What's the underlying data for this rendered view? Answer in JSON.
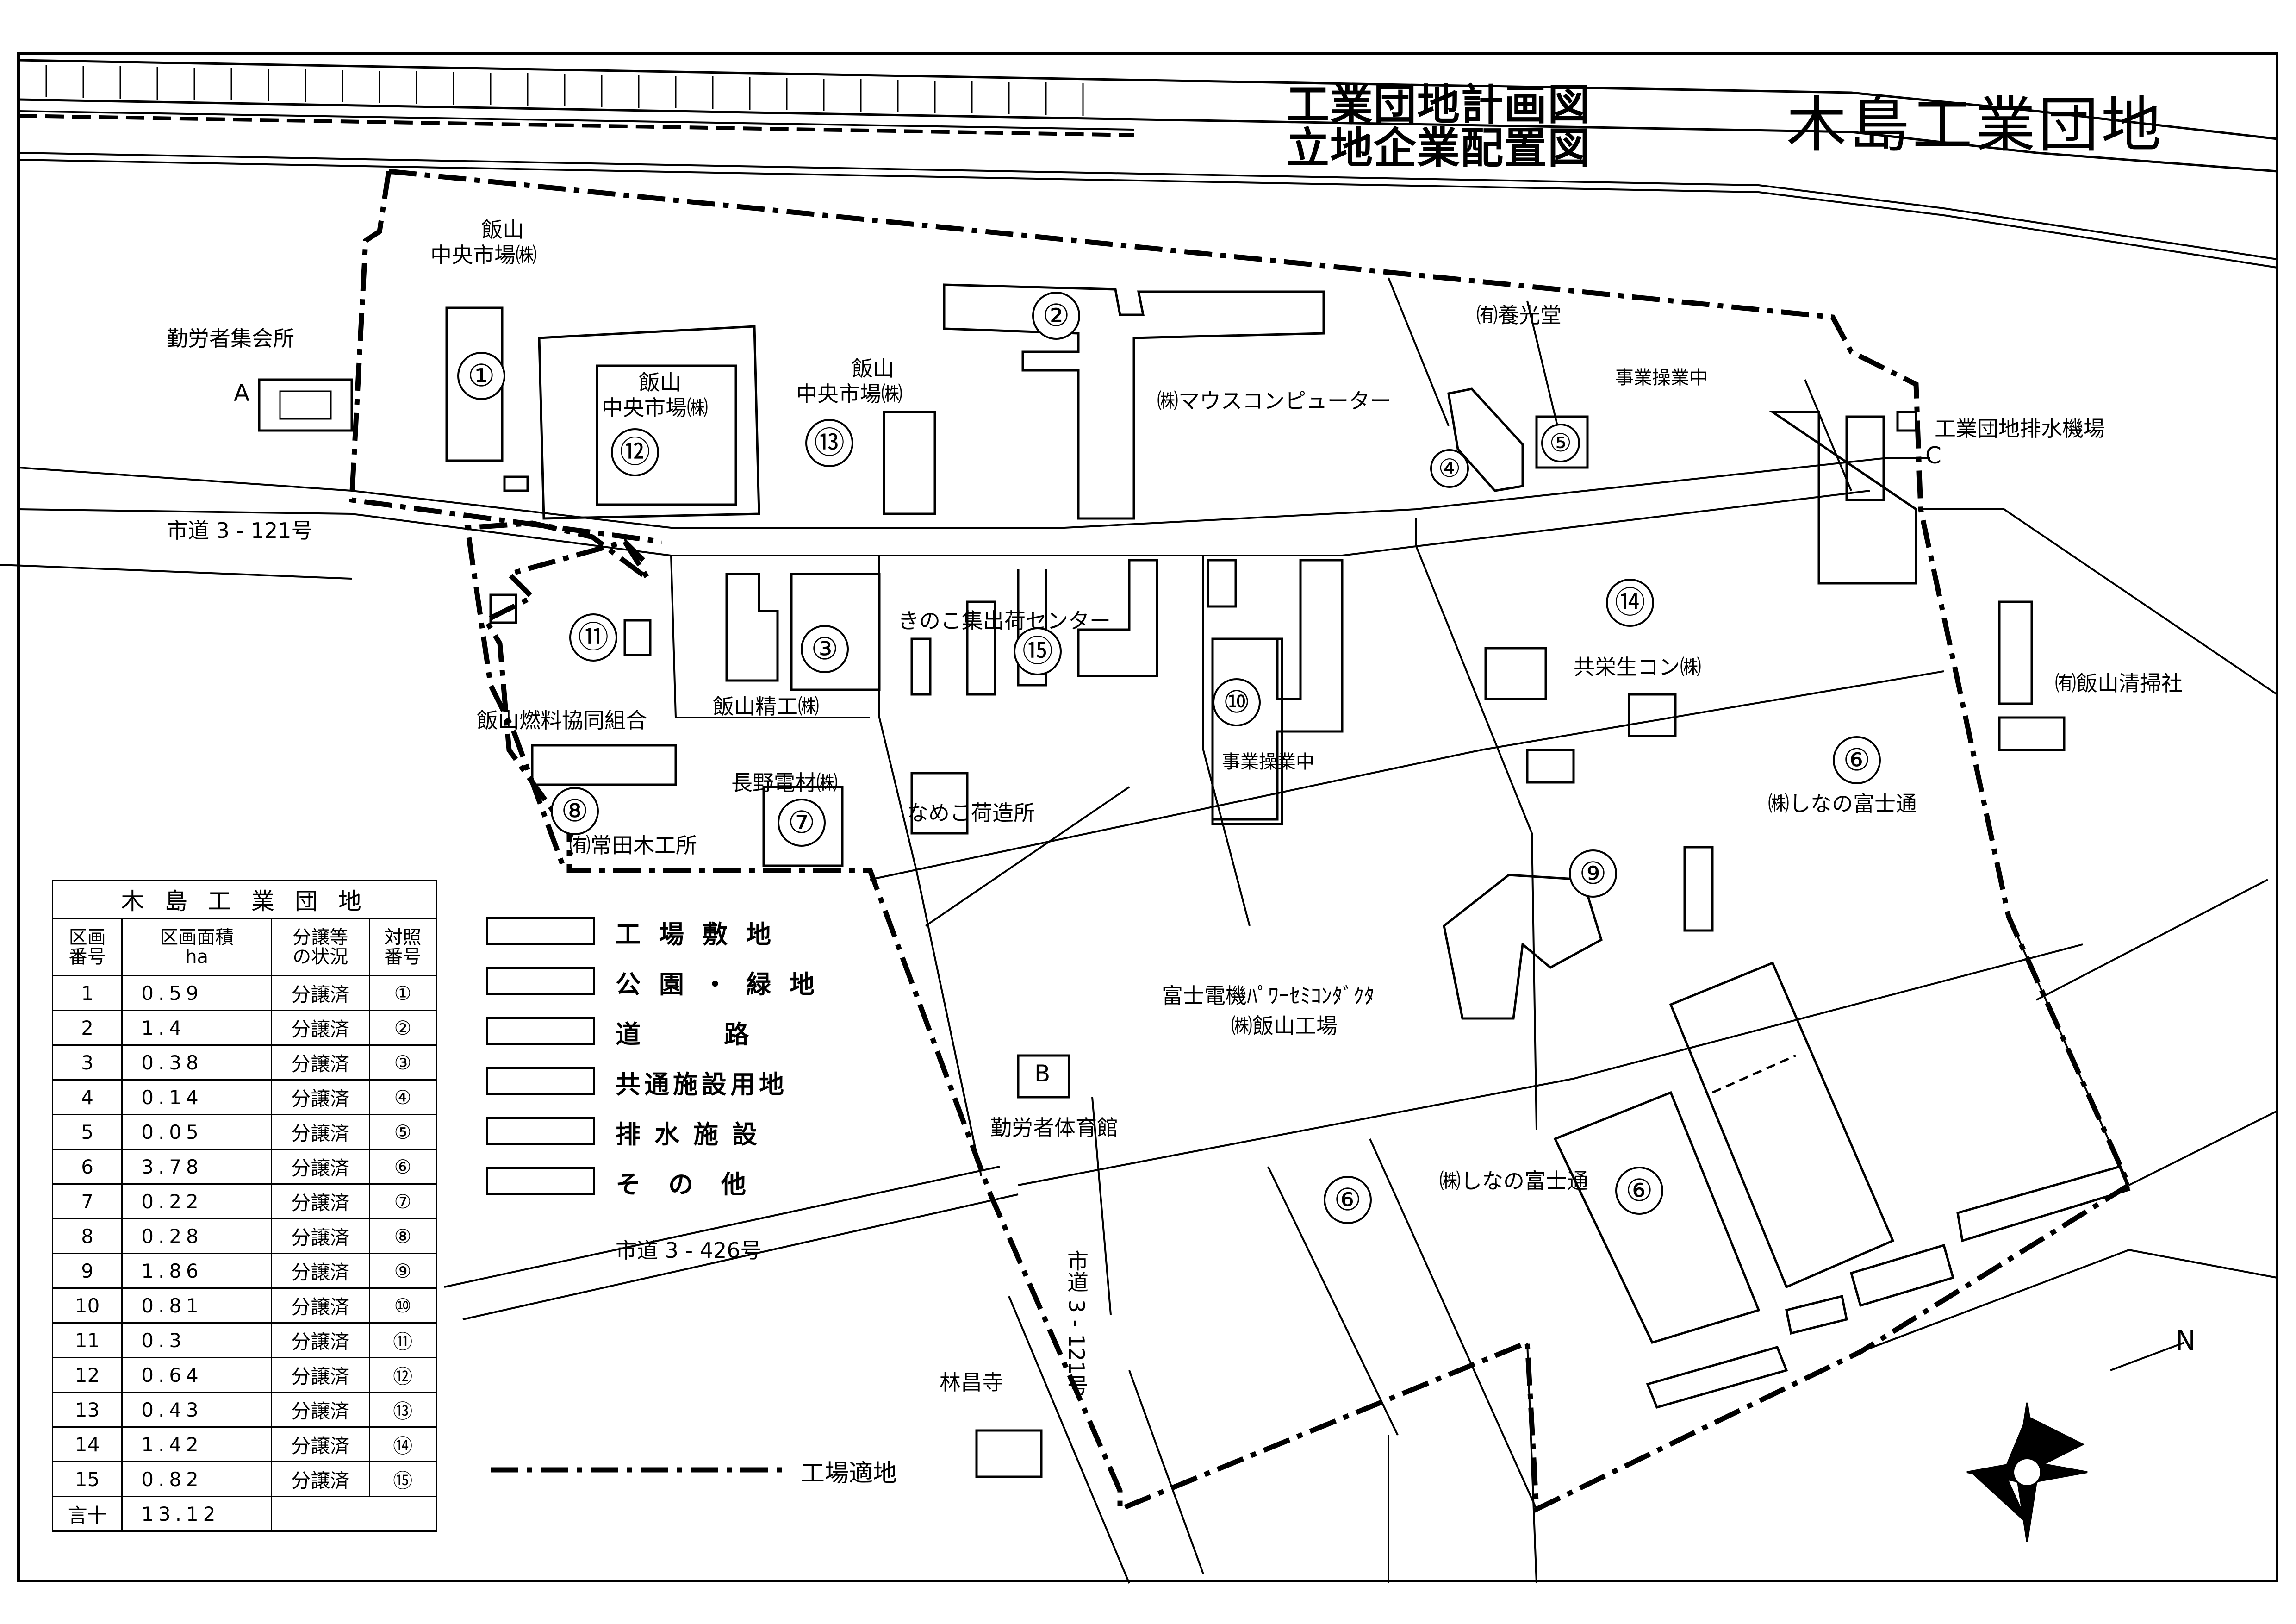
{
  "title": {
    "plan_line1": "工業団地計画図",
    "plan_line2": "立地企業配置図",
    "name": "木島工業団地"
  },
  "labels": {
    "kinrosha_shukaijo": "勤労者集会所",
    "letter_a": "A",
    "letter_b": "B",
    "letter_c": "C",
    "iiyama_chuo1_l1": "飯山",
    "iiyama_chuo1_l2": "中央市場㈱",
    "iiyama_chuo12_l1": "飯山",
    "iiyama_chuo12_l2": "中央市場㈱",
    "iiyama_chuo13_l1": "飯山",
    "iiyama_chuo13_l2": "中央市場㈱",
    "mouse_computer": "㈱マウスコンピューター",
    "yoko_do": "㈲養光堂",
    "jigyo_sogyo_1": "事業操業中",
    "haisui_kijo": "工業団地排水機場",
    "shido_3_121_a": "市道 3 - 121号",
    "kinoko": "きのこ集出荷センター",
    "iiyama_seiko": "飯山精工㈱",
    "iiyama_nenryo": "飯山燃料協同組合",
    "nagano_densai": "長野電材㈱",
    "nameko": "なめこ荷造所",
    "jigyo_sogyo_2": "事業操業中",
    "kyoei_namakon": "共栄生コン㈱",
    "iiyama_seisosha": "㈲飯山清掃社",
    "shinano_fujitsu_1": "㈱しなの富士通",
    "tsuneda": "㈲常田木工所",
    "fuji_denki_l1": "富士電機ﾊﾟﾜｰｾﾐｺﾝﾀﾞｸﾀ",
    "fuji_denki_l2": "㈱飯山工場",
    "kinrosha_taiikukan": "勤労者体育館",
    "shinano_fujitsu_2": "㈱しなの富士通",
    "shido_3_426": "市道 3 - 426号",
    "shido_3_121_b": "市道 3 - 121号",
    "rinshoji": "林昌寺",
    "north": "N"
  },
  "plot_numbers": [
    "①",
    "②",
    "③",
    "④",
    "⑤",
    "⑥",
    "⑦",
    "⑧",
    "⑨",
    "⑩",
    "⑪",
    "⑫",
    "⑬",
    "⑭",
    "⑮"
  ],
  "table": {
    "title": "木 島 工 業 団 地",
    "headers": [
      "区画\n番号",
      "区画面積\nha",
      "分譲等\nの状況",
      "対照\n番号"
    ],
    "rows": [
      {
        "no": "1",
        "area": "0.59",
        "status": "分譲済",
        "ref": "①"
      },
      {
        "no": "2",
        "area": "1.4",
        "status": "分譲済",
        "ref": "②"
      },
      {
        "no": "3",
        "area": "0.38",
        "status": "分譲済",
        "ref": "③"
      },
      {
        "no": "4",
        "area": "0.14",
        "status": "分譲済",
        "ref": "④"
      },
      {
        "no": "5",
        "area": "0.05",
        "status": "分譲済",
        "ref": "⑤"
      },
      {
        "no": "6",
        "area": "3.78",
        "status": "分譲済",
        "ref": "⑥"
      },
      {
        "no": "7",
        "area": "0.22",
        "status": "分譲済",
        "ref": "⑦"
      },
      {
        "no": "8",
        "area": "0.28",
        "status": "分譲済",
        "ref": "⑧"
      },
      {
        "no": "9",
        "area": "1.86",
        "status": "分譲済",
        "ref": "⑨"
      },
      {
        "no": "10",
        "area": "0.81",
        "status": "分譲済",
        "ref": "⑩"
      },
      {
        "no": "11",
        "area": "0.3",
        "status": "分譲済",
        "ref": "⑪"
      },
      {
        "no": "12",
        "area": "0.64",
        "status": "分譲済",
        "ref": "⑫"
      },
      {
        "no": "13",
        "area": "0.43",
        "status": "分譲済",
        "ref": "⑬"
      },
      {
        "no": "14",
        "area": "1.42",
        "status": "分譲済",
        "ref": "⑭"
      },
      {
        "no": "15",
        "area": "0.82",
        "status": "分譲済",
        "ref": "⑮"
      }
    ],
    "total_label": "言十",
    "total_value": "13.12"
  },
  "legend": {
    "items": [
      "工場敷地",
      "公園・緑地",
      "道路",
      "共通施設用地",
      "排水施設",
      "その他"
    ],
    "line_label": "工場適地"
  }
}
